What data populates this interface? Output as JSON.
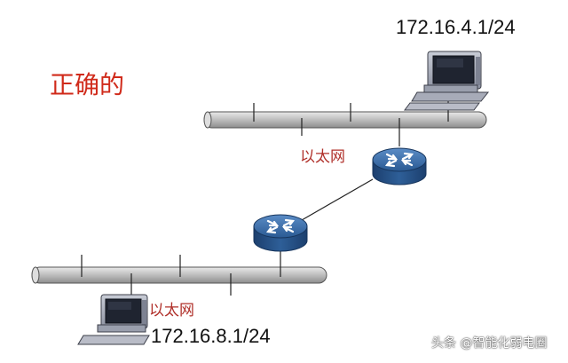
{
  "title": "正确的",
  "top_network": {
    "host_ip": "172.16.4.1/24",
    "segment_label": "以太网"
  },
  "bottom_network": {
    "host_ip": "172.16.8.1/24",
    "segment_label": "以太网"
  },
  "watermark": "头条 @智能化弱电圈",
  "colors": {
    "title": "#d02a1a",
    "segment_label": "#b0302a",
    "router": "#2f5f95"
  },
  "icons": [
    "router-icon",
    "computer-icon",
    "ethernet-bus"
  ]
}
